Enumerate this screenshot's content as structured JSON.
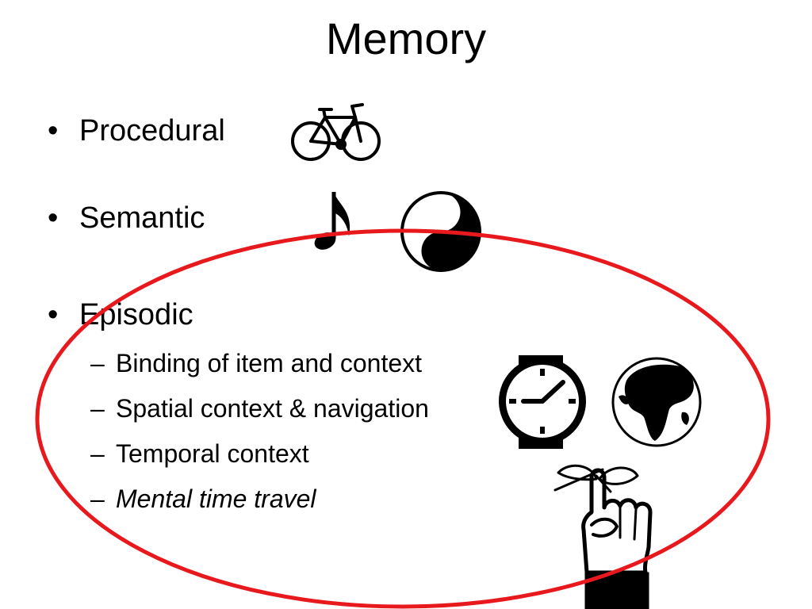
{
  "slide": {
    "title": "Memory",
    "bullets": [
      {
        "marker": "•",
        "label": "Procedural"
      },
      {
        "marker": "•",
        "label": "Semantic"
      },
      {
        "marker": "•",
        "label": "Episodic"
      }
    ],
    "sub_items": [
      {
        "marker": "–",
        "label": "Binding of item and context"
      },
      {
        "marker": "–",
        "label": "Spatial context & navigation"
      },
      {
        "marker": "–",
        "label": "Temporal context"
      },
      {
        "marker": "–",
        "label": "Mental time travel"
      }
    ]
  },
  "icons": [
    "bicycle-icon",
    "music-note-icon",
    "yin-yang-icon",
    "watch-icon",
    "globe-icon",
    "finger-string-icon"
  ],
  "colors": {
    "highlight_ellipse": "#e8191d",
    "text": "#000000"
  }
}
